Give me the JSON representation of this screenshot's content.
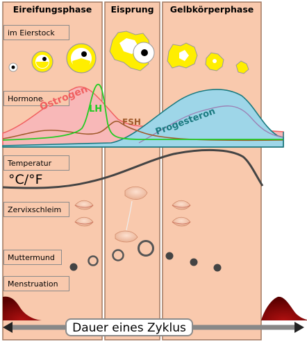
{
  "phases": {
    "follicular": "Eireifungsphase",
    "ovulation": "Eisprung",
    "luteal": "Gelbkörperphase"
  },
  "rows": {
    "ovary": "im Eierstock",
    "hormones": "Hormone",
    "temperature": "Temperatur",
    "temperature_units": "°C/°F",
    "cervical_mucus": "Zervixschleim",
    "cervix": "Muttermund",
    "menstruation": "Menstruation"
  },
  "hormones": {
    "estrogen": "Östrogen",
    "lh": "LH",
    "fsh": "FSH",
    "progesterone": "Progesteron"
  },
  "footer": {
    "cycle_duration": "Dauer eines Zyklus"
  },
  "colors": {
    "phase_bg": "#f9c9ad",
    "phase_border": "#a07860",
    "estrogen": "#f06060",
    "lh": "#22cc22",
    "fsh": "#a05a2c",
    "progesterone": "#1a7a80",
    "follicle": "#ffee00",
    "menstruation": "#8b0000"
  }
}
